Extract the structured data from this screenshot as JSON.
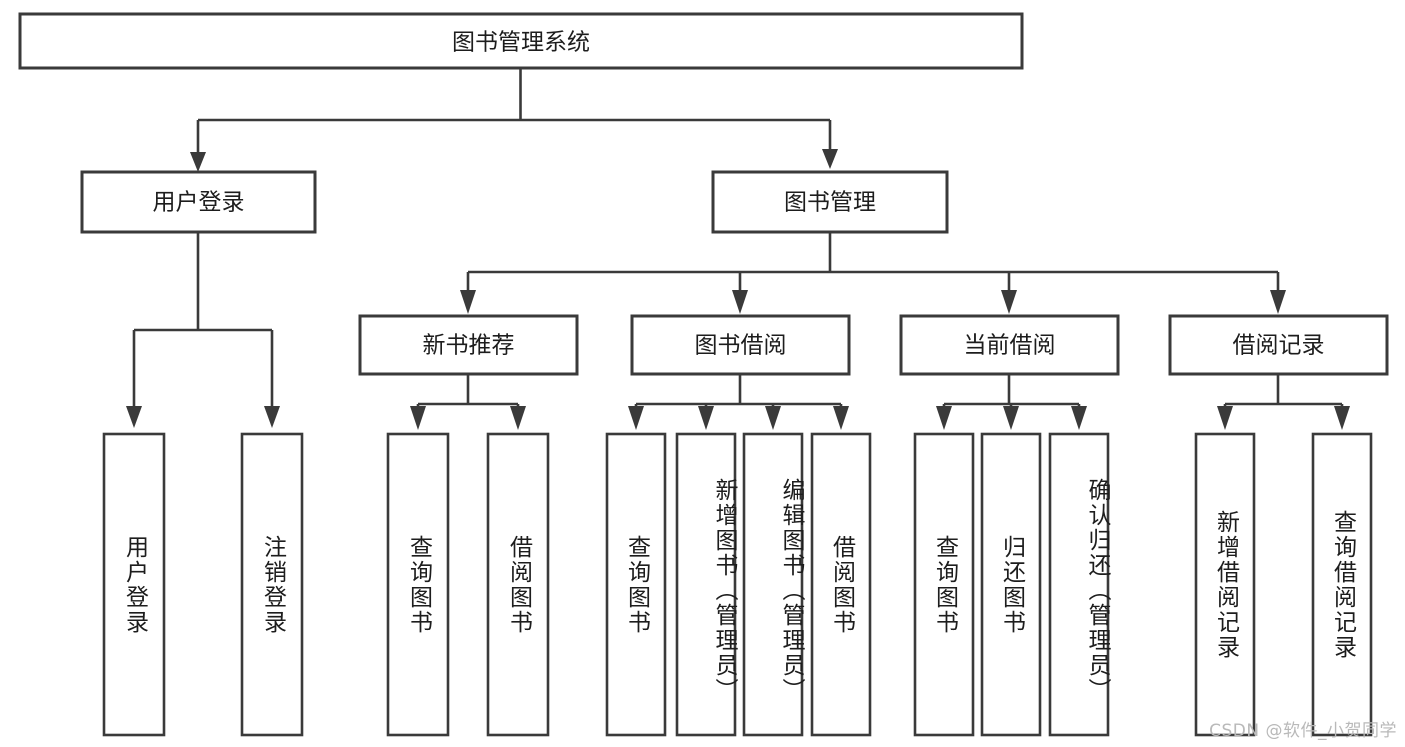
{
  "diagram": {
    "type": "tree",
    "title": "图书管理系统",
    "watermark": "CSDN @软件_小贺同学",
    "colors": {
      "box_stroke": "#3a3a3a",
      "box_fill": "#ffffff",
      "edge": "#3a3a3a",
      "text": "#1d1d1d",
      "background": "#ffffff",
      "watermark": "#b9b9b9"
    },
    "root": {
      "label": "图书管理系统"
    },
    "level1": [
      {
        "label": "用户登录"
      },
      {
        "label": "图书管理"
      }
    ],
    "user_login_leaves": [
      {
        "label": "用户登录"
      },
      {
        "label": "注销登录"
      }
    ],
    "level2": [
      {
        "label": "新书推荐"
      },
      {
        "label": "图书借阅"
      },
      {
        "label": "当前借阅"
      },
      {
        "label": "借阅记录"
      }
    ],
    "new_book_leaves": [
      {
        "label": "查询图书"
      },
      {
        "label": "借阅图书"
      }
    ],
    "book_borrow_leaves": [
      {
        "label": "查询图书"
      },
      {
        "label": "新增图书（管理员）"
      },
      {
        "label": "编辑图书（管理员）"
      },
      {
        "label": "借阅图书"
      }
    ],
    "current_borrow_leaves": [
      {
        "label": "查询图书"
      },
      {
        "label": "归还图书"
      },
      {
        "label": "确认归还（管理员）"
      }
    ],
    "borrow_record_leaves": [
      {
        "label": "新增借阅记录"
      },
      {
        "label": "查询借阅记录"
      }
    ]
  }
}
